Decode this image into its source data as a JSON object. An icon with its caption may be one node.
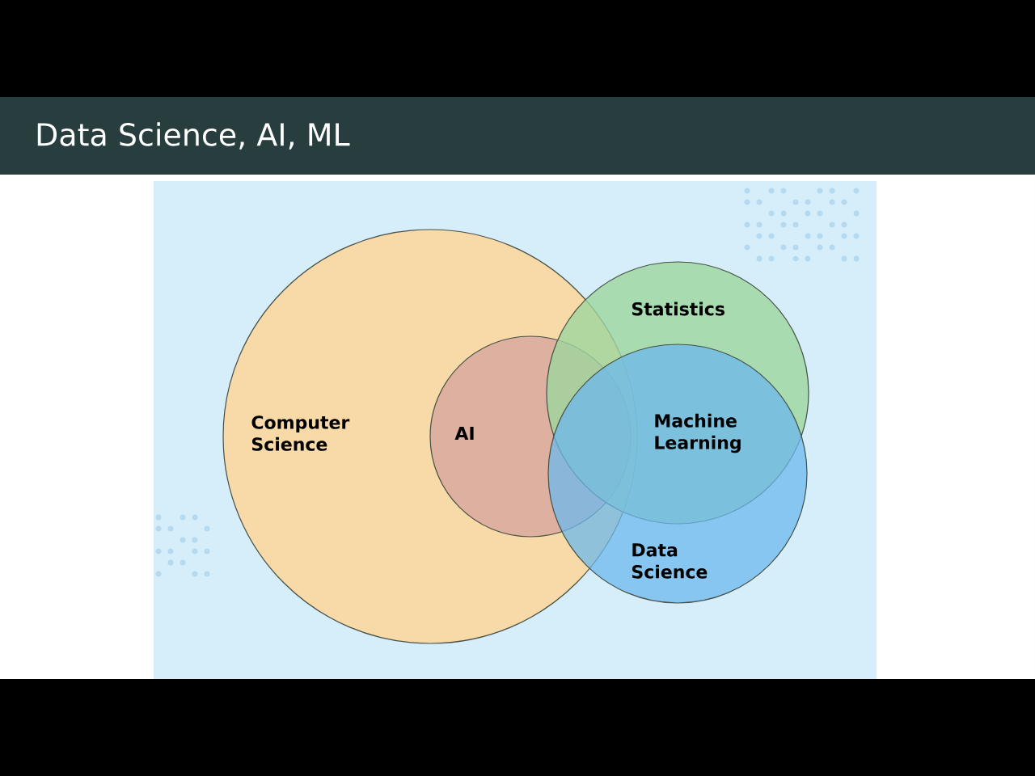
{
  "diagram": {
    "title": "Data Science, AI, ML",
    "nodes": [
      {
        "text": [
          "Computer Science"
        ]
      },
      {
        "text": [
          "AI"
        ],
        "in": 0
      },
      {
        "text": [
          "Statistics"
        ]
      },
      {
        "text": [
          "Data Science"
        ]
      }
    ],
    "labels": [
      "Machine Learning"
    ]
  }
}
